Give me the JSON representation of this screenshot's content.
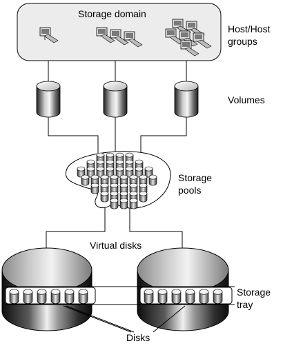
{
  "labels": {
    "storage_domain": "Storage domain",
    "host_groups": "Host/Host groups",
    "volumes": "Volumes",
    "storage_pools": "Storage pools",
    "virtual_disks": "Virtual disks",
    "storage_tray": "Storage tray",
    "disks": "Disks"
  },
  "counts": {
    "hosts_per_group": [
      1,
      3,
      6
    ],
    "volumes": 3,
    "pool_cylinders": 40,
    "trays": 2,
    "disks_per_tray": 6
  },
  "colors": {
    "line": "#000000",
    "domain_fill": "#ececec",
    "cylinder_dark": "#2a2a2a",
    "cylinder_light": "#f4f4f4"
  }
}
